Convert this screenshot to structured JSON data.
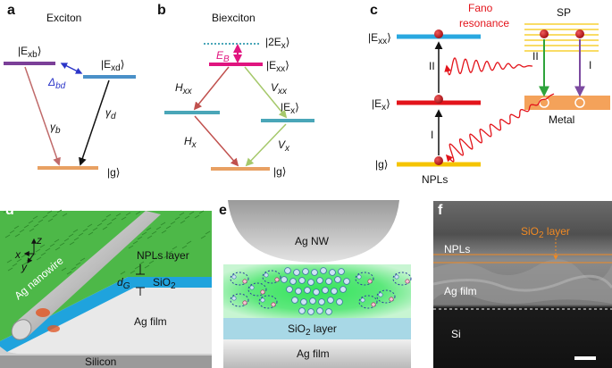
{
  "panels": {
    "a": {
      "letter": "a",
      "title": "Exciton",
      "exb": "|E",
      "exb_sub": "xb",
      "exd": "|E",
      "exd_sub": "xd",
      "delta": "Δ",
      "delta_sub": "bd",
      "gamma_b": "γ",
      "gamma_b_sub": "b",
      "gamma_d": "γ",
      "gamma_d_sub": "d",
      "g": "|g⟩",
      "ket": "⟩",
      "colors": {
        "xb": "#7b3f98",
        "xd": "#4a90c8",
        "g": "#e8a062",
        "arrow_b": "#c06a6a",
        "arrow_d": "#111111",
        "coupling": "#2b35c8"
      }
    },
    "b": {
      "letter": "b",
      "title": "Biexciton",
      "two_ex": "|2E",
      "two_ex_sub": "x",
      "eb": "E",
      "eb_sub": "B",
      "exx": "|E",
      "exx_sub": "xx",
      "hxx": "H",
      "hxx_sub": "xx",
      "vxx": "V",
      "vxx_sub": "xx",
      "ex": "|E",
      "ex_sub": "x",
      "hx": "H",
      "hx_sub": "x",
      "vx": "V",
      "vx_sub": "x",
      "g": "|g⟩",
      "ket": "⟩",
      "colors": {
        "exx": "#e0157f",
        "mid": "#4aa6b8",
        "g": "#e8a062",
        "h_arrow": "#c0504d",
        "v_arrow": "#a5c86a"
      }
    },
    "c": {
      "letter": "c",
      "exx": "|E",
      "exx_sub": "xx",
      "ex": "|E",
      "ex_sub": "x",
      "g": "|g⟩",
      "ket": "⟩",
      "roman_upper": "II",
      "roman_lower": "I",
      "fano": "Fano",
      "resonance": "resonance",
      "sp": "SP",
      "sp_left": "II",
      "sp_right": "I",
      "metal": "Metal",
      "npls": "NPLs",
      "colors": {
        "exx": "#29a8e0",
        "ex": "#e3141b",
        "g": "#f5c400",
        "metal": "#f4a25a",
        "sp": "#f7d033",
        "wave": "#e3141b",
        "green": "#2ea33b",
        "purple": "#7c4aa0"
      }
    },
    "d": {
      "letter": "d",
      "z": "z",
      "x": "x",
      "y": "y",
      "nanowire": "Ag nanowire",
      "npls_layer": "NPLs layer",
      "dg": "d",
      "dg_sub": "G",
      "sio2": "SiO",
      "sio2_sub": "2",
      "ag_film": "Ag film",
      "silicon": "Silicon",
      "colors": {
        "green": "#4db848",
        "blue": "#1fa3dd",
        "film": "#e9e9e9",
        "silicon": "#9a9a9a"
      }
    },
    "e": {
      "letter": "e",
      "ag_nw": "Ag NW",
      "sio2_layer": "SiO",
      "sio2_layer_sub": "2",
      "sio2_layer_tail": " layer",
      "ag_film": "Ag film",
      "colors": {
        "nw": "#d0d0d0",
        "glow": "#2ee05a",
        "sio2": "#a8d8e6",
        "film": "#d9d9d9"
      }
    },
    "f": {
      "letter": "f",
      "sio2_layer": "SiO",
      "sio2_layer_sub": "2",
      "sio2_layer_tail": " layer",
      "npls": "NPLs",
      "ag_film": "Ag film",
      "si": "Si",
      "colors": {
        "accent": "#f08a24"
      }
    }
  }
}
